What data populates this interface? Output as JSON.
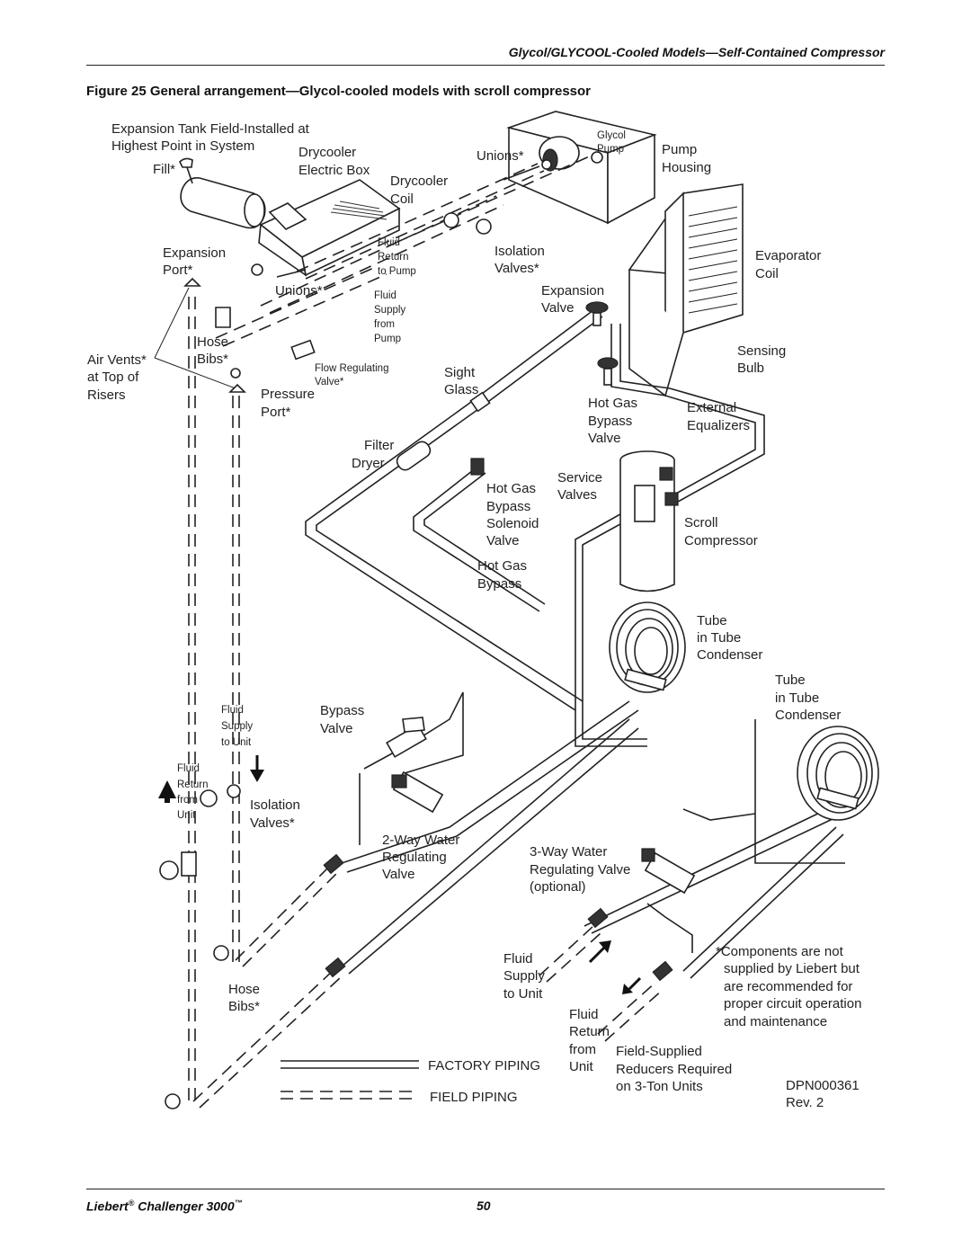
{
  "page": {
    "header": "Glycol/GLYCOOL-Cooled Models—Self-Contained Compressor",
    "figure_title": "Figure 25  General arrangement—Glycol-cooled models with scroll compressor",
    "footer_brand": "Liebert",
    "footer_reg": "®",
    "footer_model": " Challenger 3000",
    "footer_tm": "™",
    "page_number": "50"
  },
  "labels": {
    "exp_tank_1": "Expansion Tank Field-Installed at",
    "exp_tank_2": "Highest Point in System",
    "fill": "Fill*",
    "drycooler_eb_1": "Drycooler",
    "drycooler_eb_2": "Electric Box",
    "drycooler_coil_1": "Drycooler",
    "drycooler_coil_2": "Coil",
    "unions_top": "Unions*",
    "glycol_pump_1": "Glycol",
    "glycol_pump_2": "Pump",
    "pump_housing_1": "Pump",
    "pump_housing_2": "Housing",
    "fluid_return_pump_1": "Fluid",
    "fluid_return_pump_2": "Return",
    "fluid_return_pump_3": "to Pump",
    "isolation_valves_top_1": "Isolation",
    "isolation_valves_top_2": "Valves*",
    "evaporator_coil_1": "Evaporator",
    "evaporator_coil_2": "Coil",
    "expansion_port_1": "Expansion",
    "expansion_port_2": "Port*",
    "unions_mid": "Unions*",
    "fluid_supply_pump_1": "Fluid",
    "fluid_supply_pump_2": "Supply",
    "fluid_supply_pump_3": "from",
    "fluid_supply_pump_4": "Pump",
    "expansion_valve_1": "Expansion",
    "expansion_valve_2": "Valve",
    "hose_bibs_top_1": "Hose",
    "hose_bibs_top_2": "Bibs*",
    "air_vents_1": "Air Vents*",
    "air_vents_2": "at Top of",
    "air_vents_3": "Risers",
    "flow_reg_1": "Flow Regulating",
    "flow_reg_2": "Valve*",
    "sight_glass_1": "Sight",
    "sight_glass_2": "Glass",
    "sensing_bulb_1": "Sensing",
    "sensing_bulb_2": "Bulb",
    "pressure_port_1": "Pressure",
    "pressure_port_2": "Port*",
    "hgb_valve_1": "Hot Gas",
    "hgb_valve_2": "Bypass",
    "hgb_valve_3": "Valve",
    "ext_eq_1": "External",
    "ext_eq_2": "Equalizers",
    "filter_dryer_1": "Filter",
    "filter_dryer_2": "Dryer",
    "service_valves_1": "Service",
    "service_valves_2": "Valves",
    "hgb_sol_1": "Hot Gas",
    "hgb_sol_2": "Bypass",
    "hgb_sol_3": "Solenoid",
    "hgb_sol_4": "Valve",
    "scroll_1": "Scroll",
    "scroll_2": "Compressor",
    "hgb_1": "Hot Gas",
    "hgb_2": "Bypass",
    "tit_1_a": "Tube",
    "tit_1_b": "in Tube",
    "tit_1_c": "Condenser",
    "tit_2_a": "Tube",
    "tit_2_b": "in Tube",
    "tit_2_c": "Condenser",
    "fluid_supply_unit_1": "Fluid",
    "fluid_supply_unit_2": "Supply",
    "fluid_supply_unit_3": "to Unit",
    "bypass_valve_1": "Bypass",
    "bypass_valve_2": "Valve",
    "fluid_return_unit_1": "Fluid",
    "fluid_return_unit_2": "Return",
    "fluid_return_unit_3": "from",
    "fluid_return_unit_4": "Unit",
    "isolation_valves_low_1": "Isolation",
    "isolation_valves_low_2": "Valves*",
    "two_way_1": "2-Way Water",
    "two_way_2": "Regulating",
    "two_way_3": "Valve",
    "three_way_1": "3-Way Water",
    "three_way_2": "Regulating Valve",
    "three_way_3": "(optional)",
    "components_1": "*Components are not",
    "components_2": "supplied by Liebert but",
    "components_3": "are recommended for",
    "components_4": "proper circuit operation",
    "components_5": "and maintenance",
    "fluid_supply_bot_1": "Fluid",
    "fluid_supply_bot_2": "Supply",
    "fluid_supply_bot_3": "to Unit",
    "hose_bibs_low_1": "Hose",
    "hose_bibs_low_2": "Bibs*",
    "fluid_return_bot_1": "Fluid",
    "fluid_return_bot_2": "Return",
    "fluid_return_bot_3": "from",
    "fluid_return_bot_4": "Unit",
    "field_supplied_1": "Field-Supplied",
    "field_supplied_2": "Reducers Required",
    "field_supplied_3": "on 3-Ton Units",
    "dpn_1": "DPN000361",
    "dpn_2": "Rev. 2"
  },
  "legend": {
    "factory": "FACTORY PIPING",
    "field": "FIELD PIPING"
  }
}
